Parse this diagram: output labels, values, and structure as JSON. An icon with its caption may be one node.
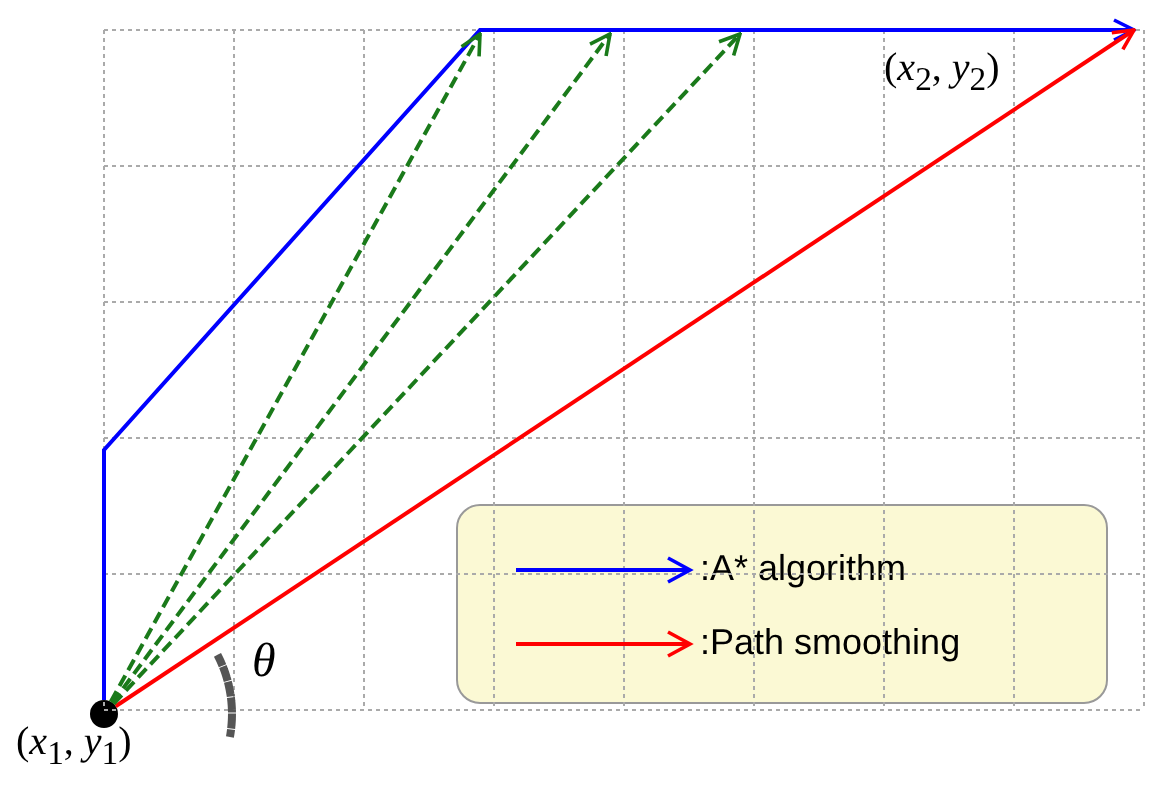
{
  "diagram": {
    "nodes": [
      {
        "text": [],
        "shape": "circle",
        "beside": [
          "(*x*$_{1}$, *y*$_{1}$)"
        ]
      },
      {
        "text": [
          "(*x*$_{2}$, *y*$_{2}$)"
        ]
      }
    ],
    "edges": [
      {
        "from": 0,
        "to": 1,
        "arrow": "to",
        "color": "#0000ff"
      },
      {
        "from": 0,
        "to": 1,
        "arrow": "to",
        "color": "#ff0000"
      },
      {
        "from": 0,
        "to": null,
        "arrow": "to",
        "style": "dashed",
        "color": "#1a7a1a"
      },
      {
        "from": 0,
        "to": null,
        "arrow": "to",
        "style": "dashed",
        "color": "#1a7a1a"
      },
      {
        "from": 0,
        "to": null,
        "arrow": "to",
        "style": "dashed",
        "color": "#1a7a1a"
      }
    ],
    "labels": [
      "θ"
    ],
    "legend": [
      {
        "text": ":A* algorithm"
      },
      {
        "text": ":Path smoothing"
      }
    ]
  }
}
